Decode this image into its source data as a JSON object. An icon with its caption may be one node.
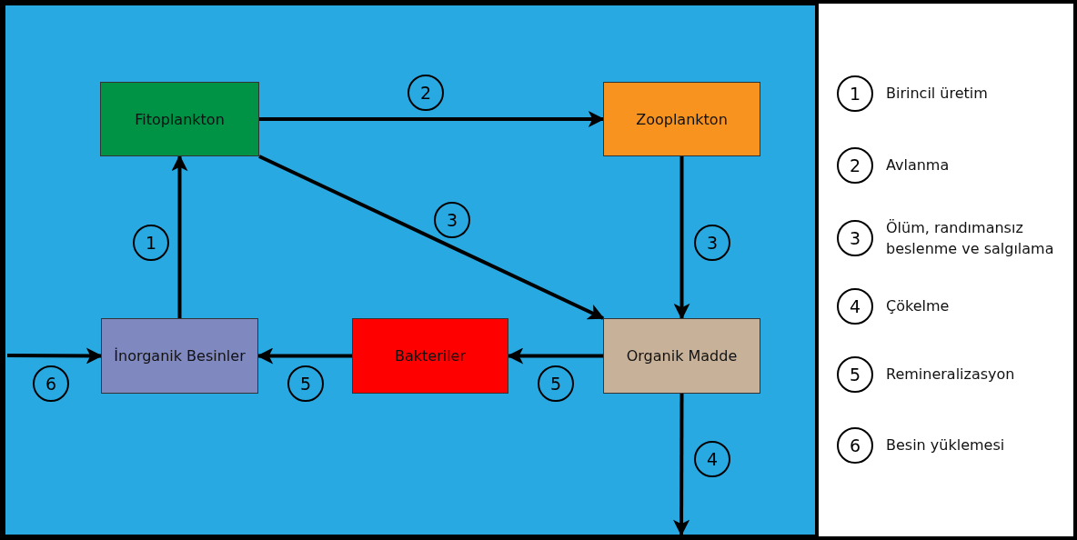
{
  "diagram": {
    "nodes": [
      {
        "text": [
          "Fitoplankton"
        ]
      },
      {
        "text": [
          "Zooplankton"
        ]
      },
      {
        "text": [
          "Organik Madde"
        ]
      },
      {
        "text": [
          "Bakteriler"
        ]
      },
      {
        "text": [
          "İnorganik Besinler"
        ]
      }
    ],
    "edges": [
      {
        "from": 0,
        "to": 1,
        "arrow": "to",
        "label": "2"
      },
      {
        "from": 0,
        "to": 2,
        "arrow": "to",
        "label": "3"
      },
      {
        "from": 1,
        "to": 2,
        "arrow": "to",
        "label": "3"
      },
      {
        "from": 4,
        "to": 0,
        "arrow": "to",
        "label": "1"
      },
      {
        "from": 2,
        "to": 3,
        "arrow": "to",
        "label": "5"
      },
      {
        "from": 3,
        "to": 4,
        "arrow": "to",
        "label": "5"
      },
      {
        "from": null,
        "to": 4,
        "arrow": "to",
        "label": "6"
      },
      {
        "from": 2,
        "to": null,
        "arrow": "to",
        "label": "4"
      }
    ],
    "labels": [
      "1",
      "2",
      "3",
      "4",
      "5",
      "6"
    ],
    "legend": [
      {
        "text": "Birincil üretim"
      },
      {
        "text": "Avlanma"
      },
      {
        "text": "Ölüm, randımansız beslenme ve salgılama"
      },
      {
        "text": "Çökelme"
      },
      {
        "text": "Remineralizasyon"
      },
      {
        "text": "Besin yüklemesi"
      }
    ]
  }
}
